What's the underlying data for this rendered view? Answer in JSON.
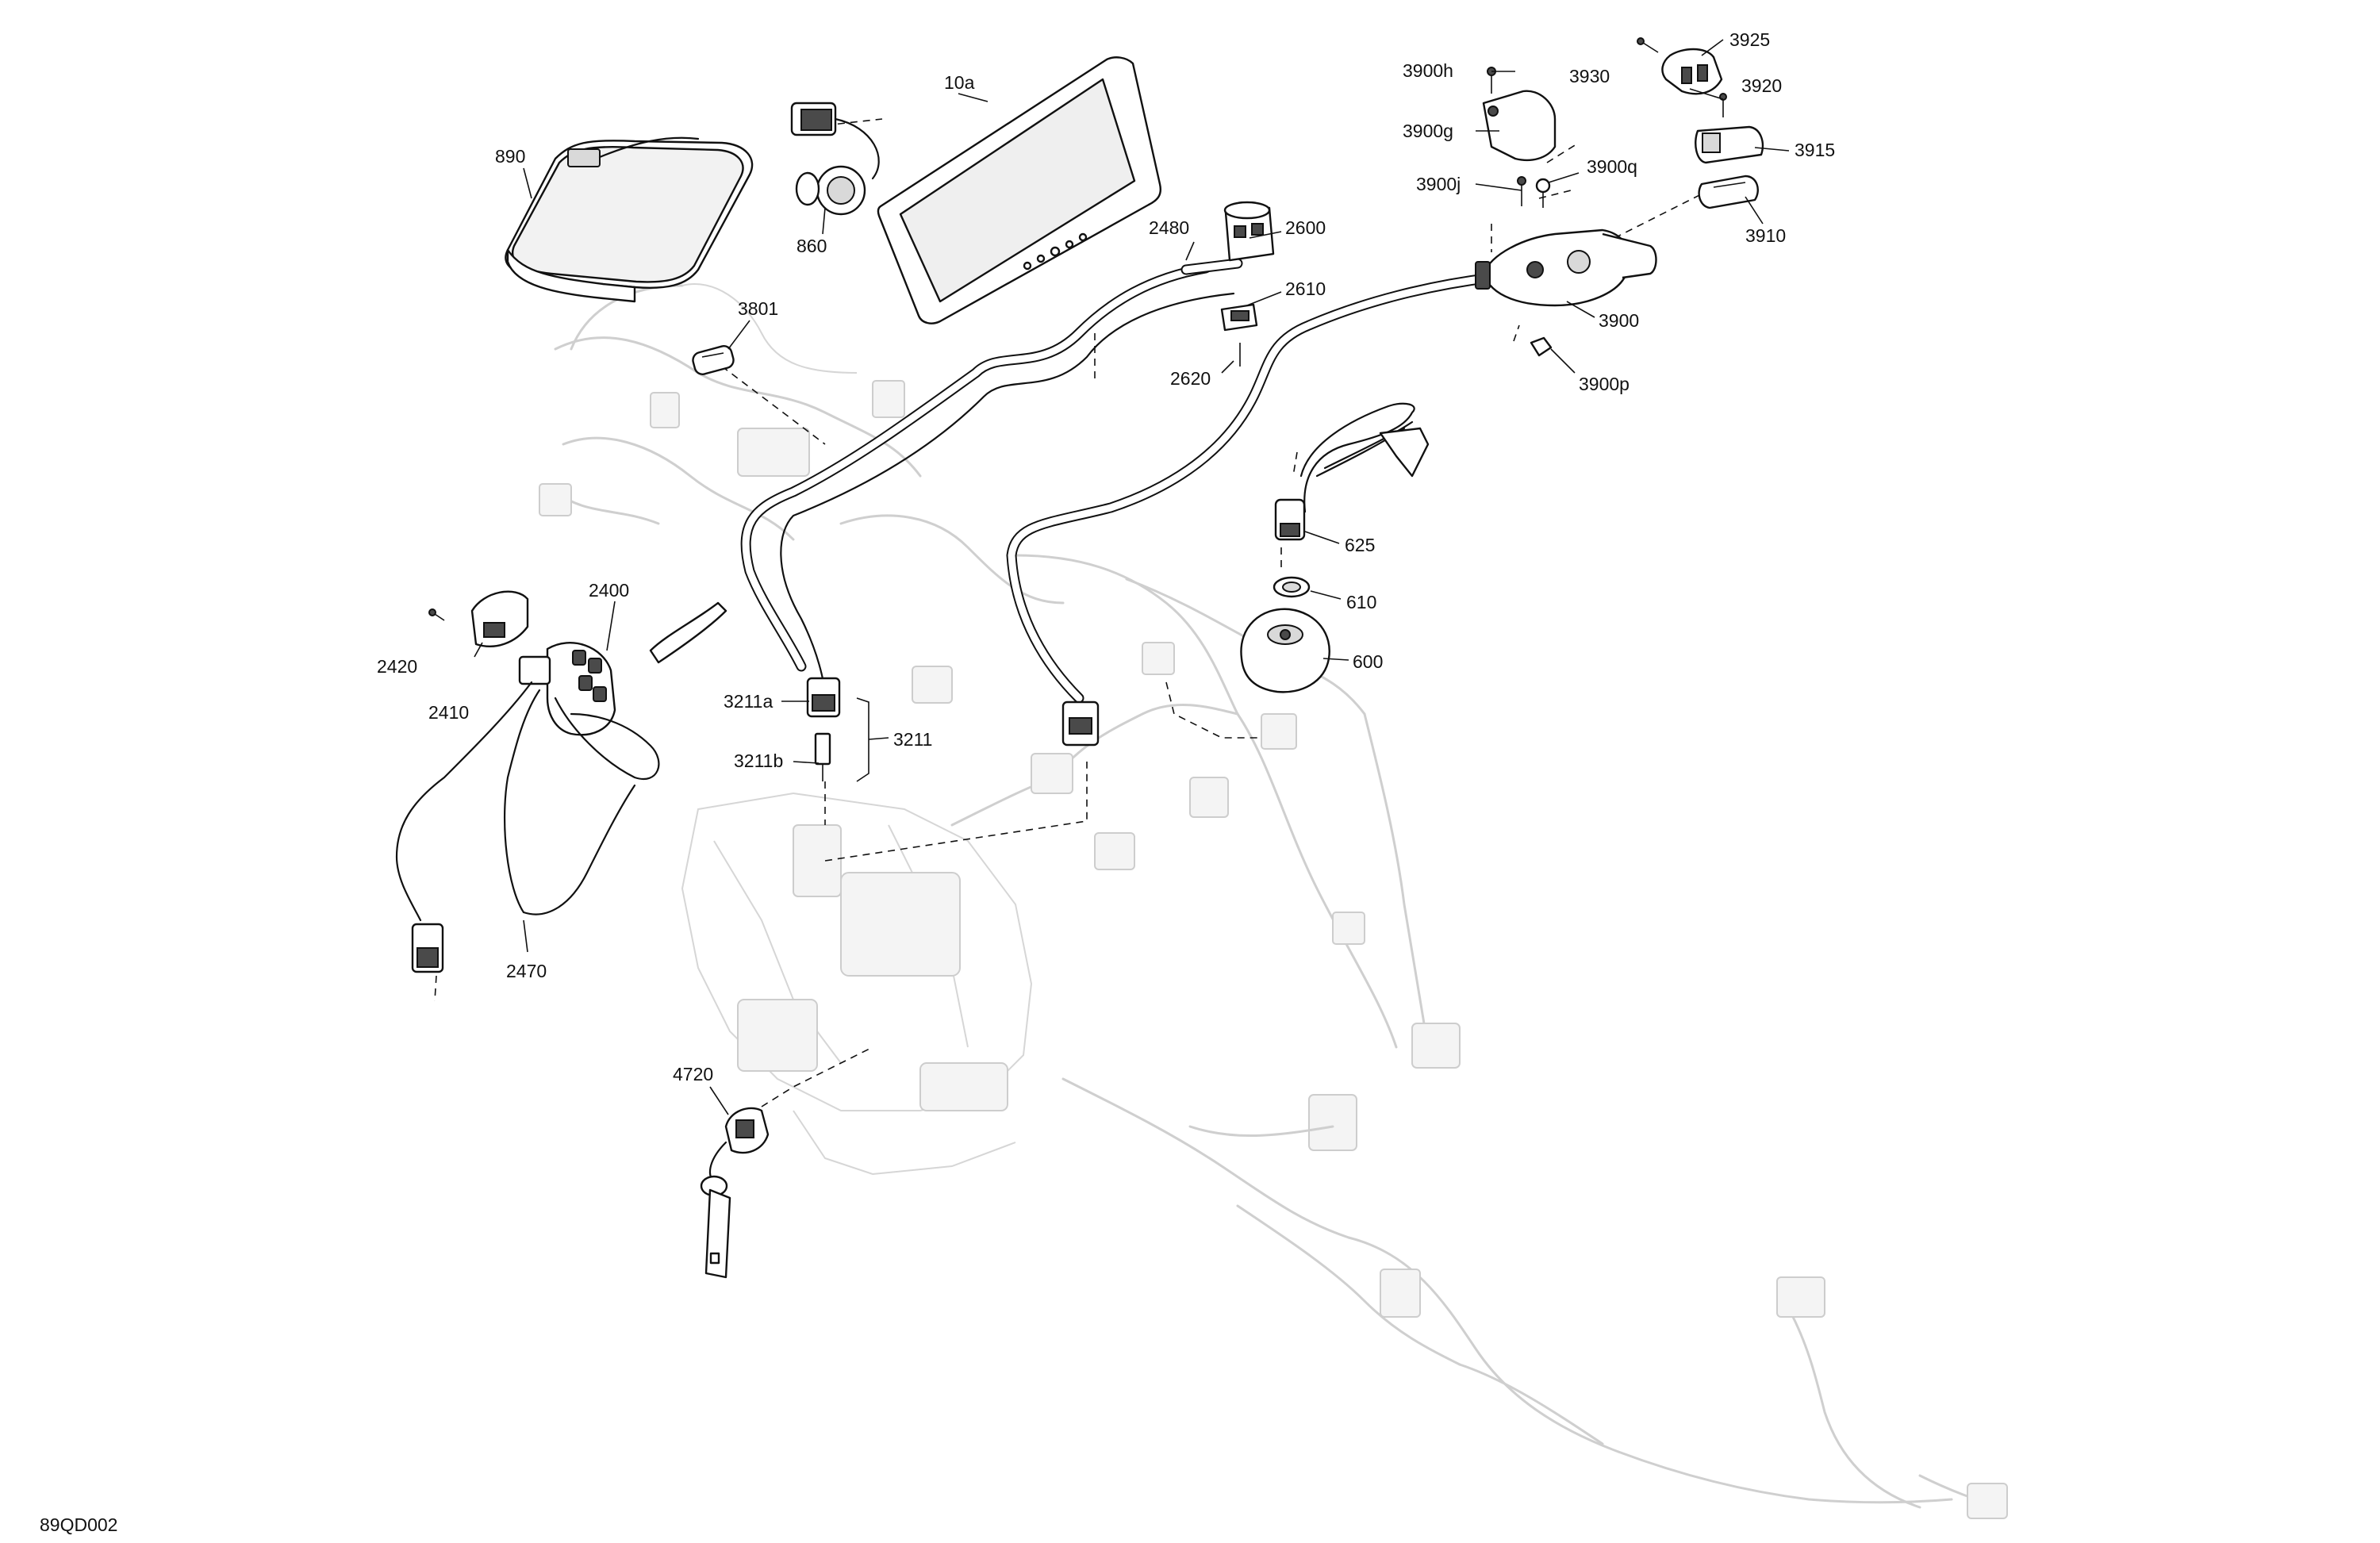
{
  "diagram_code": "89QD002",
  "callouts": {
    "c890": "890",
    "c860": "860",
    "c10a": "10a",
    "c2480": "2480",
    "c2600": "2600",
    "c2610": "2610",
    "c2620": "2620",
    "c3801": "3801",
    "c3900h": "3900h",
    "c3930": "3930",
    "c3925": "3925",
    "c3920": "3920",
    "c3900g": "3900g",
    "c3915": "3915",
    "c3900q": "3900q",
    "c3900j": "3900j",
    "c3910": "3910",
    "c3900": "3900",
    "c3900p": "3900p",
    "c625": "625",
    "c610": "610",
    "c600": "600",
    "c2400": "2400",
    "c2420": "2420",
    "c2410": "2410",
    "c3211a": "3211a",
    "c3211": "3211",
    "c3211b": "3211b",
    "c2470": "2470",
    "c4720": "4720"
  }
}
